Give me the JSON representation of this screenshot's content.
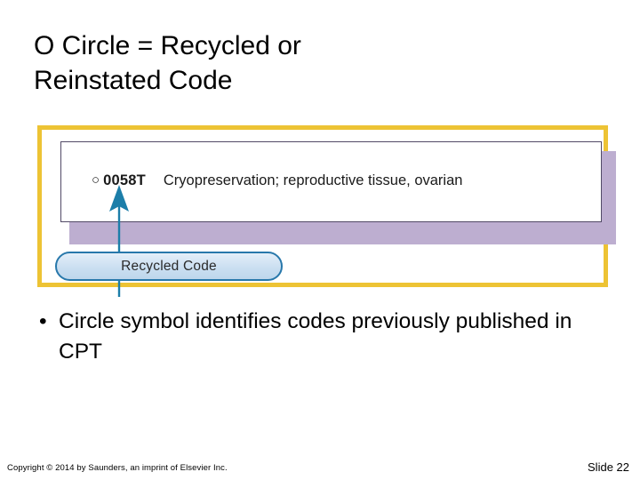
{
  "slide": {
    "title": "O Circle = Recycled or\nReinstated Code",
    "figure": {
      "code_symbol": "○",
      "code_number": "0058T",
      "code_description": "Cryopreservation; reproductive tissue, ovarian",
      "callout_label": "Recycled Code",
      "frame_color": "#edc334",
      "shadow_color": "#bdaed0",
      "box_border_color": "#524a66",
      "arrow_color": "#1c7ea9",
      "callout_border_color": "#2878ab",
      "callout_fill_color": "#cbdff1"
    },
    "bullets": [
      {
        "marker": "•",
        "text": "Circle symbol identifies codes previously published in CPT"
      }
    ],
    "footer": {
      "copyright": "Copyright © 2014 by Saunders, an imprint of Elsevier Inc.",
      "slide_number": "Slide 22"
    }
  }
}
